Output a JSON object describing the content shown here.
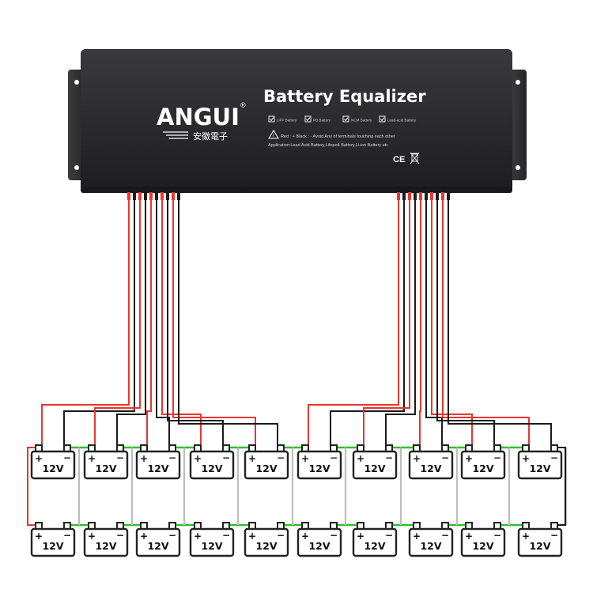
{
  "device": {
    "brand": "ANGUI",
    "registered_mark": "®",
    "brand_chinese": "安徽電子",
    "title": "Battery Equalizer",
    "checkboxes": [
      "LiFP Battery",
      "PB Battery",
      "NCM Battery",
      "Lead-acid Battery"
    ],
    "warning_line_1": "Red : +  Black : -  Avoid Any of terminals touching each other",
    "warning_line_2": "Application:Lead Acid Battery,Lifepo4 Battery,Li-ion Battery etc",
    "certification_mark": "CE"
  },
  "battery": {
    "label": "12V",
    "plus": "+",
    "minus": "−"
  },
  "colors": {
    "device_body": "#2b2b2d",
    "red_wire": "#e8372f",
    "black_wire": "#1a1a1a",
    "gray_link": "#bdbdbd",
    "green_link": "#2fc02a"
  }
}
